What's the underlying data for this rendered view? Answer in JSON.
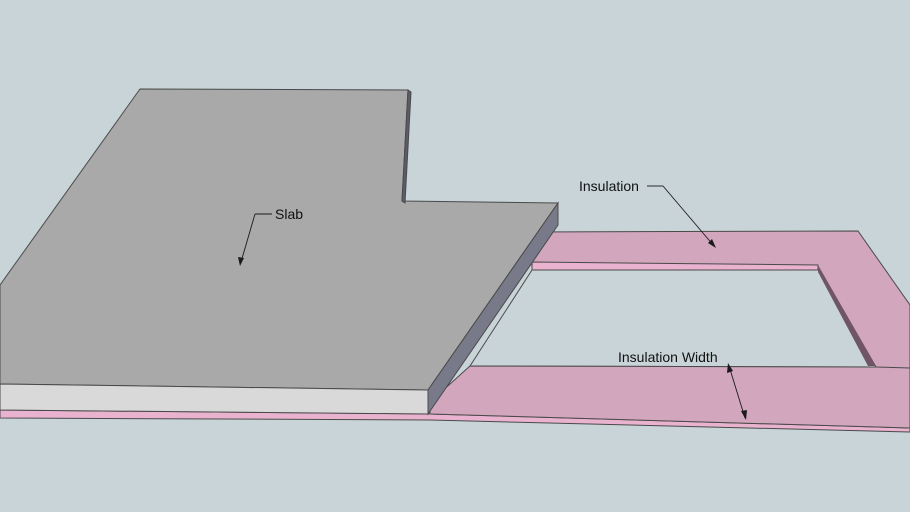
{
  "labels": {
    "slab": "Slab",
    "insulation": "Insulation",
    "insulation_width": "Insulation Width"
  },
  "colors": {
    "background": "#c9d4d8",
    "slab_top": "#a9a9a9",
    "slab_front": "#d9d9d9",
    "slab_side": "#787a8a",
    "insulation_top": "#d2a6bd",
    "insulation_edge": "#e9b3cf",
    "edge_line": "#4a4a4a"
  }
}
